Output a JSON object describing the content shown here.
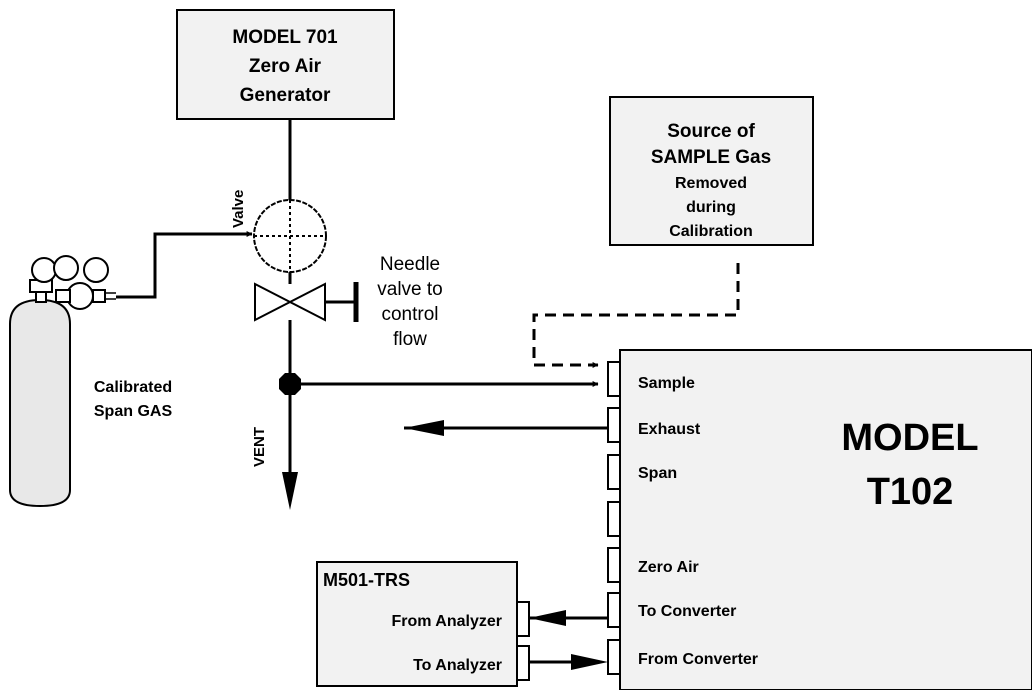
{
  "zero_air_generator": {
    "line1": "MODEL 701",
    "line2": "Zero Air",
    "line3": "Generator"
  },
  "sample_source": {
    "line1": "Source of",
    "line2": "SAMPLE Gas",
    "line3": "Removed",
    "line4": "during",
    "line5": "Calibration"
  },
  "valve_label": "Valve",
  "needle_valve": {
    "line1": "Needle",
    "line2": "valve to",
    "line3": "control",
    "line4": "flow"
  },
  "span_cylinder": {
    "line1": "Calibrated",
    "line2": "Span GAS"
  },
  "vent_label": "VENT",
  "analyzer": {
    "title_line1": "MODEL",
    "title_line2": "T102",
    "ports": {
      "sample": "Sample",
      "exhaust": "Exhaust",
      "span": "Span",
      "zero_air": "Zero Air",
      "to_converter": "To Converter",
      "from_converter": "From Converter"
    }
  },
  "converter": {
    "title": "M501-TRS",
    "from_analyzer": "From Analyzer",
    "to_analyzer": "To Analyzer"
  },
  "colors": {
    "box_fill": "#f2f2f2",
    "cylinder_fill": "#e8e8e8",
    "line": "#000000"
  }
}
